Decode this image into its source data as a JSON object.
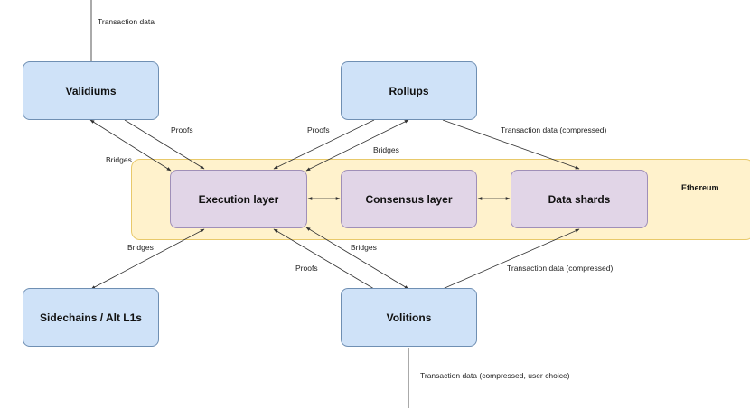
{
  "region": {
    "ethereum_label": "Ethereum"
  },
  "nodes": {
    "validiums": "Validiums",
    "rollups": "Rollups",
    "execution": "Execution layer",
    "consensus": "Consensus layer",
    "data_shards": "Data shards",
    "sidechains": "Sidechains / Alt L1s",
    "volitions": "Volitions"
  },
  "edge_labels": {
    "validium_tx": "Transaction data",
    "validium_proofs": "Proofs",
    "validium_bridges": "Bridges",
    "rollup_proofs": "Proofs",
    "rollup_bridges": "Bridges",
    "rollup_tx": "Transaction data (compressed)",
    "sidechain_bridges": "Bridges",
    "volition_proofs": "Proofs",
    "volition_bridges": "Bridges",
    "volition_shard_tx": "Transaction data (compressed)",
    "volition_tx": "Transaction data (compressed, user choice)"
  },
  "colors": {
    "l2_box": "#cfe2f8",
    "ethereum_box": "#e1d5e7",
    "ethereum_region": "#fff2cc",
    "edge": "#333333"
  }
}
